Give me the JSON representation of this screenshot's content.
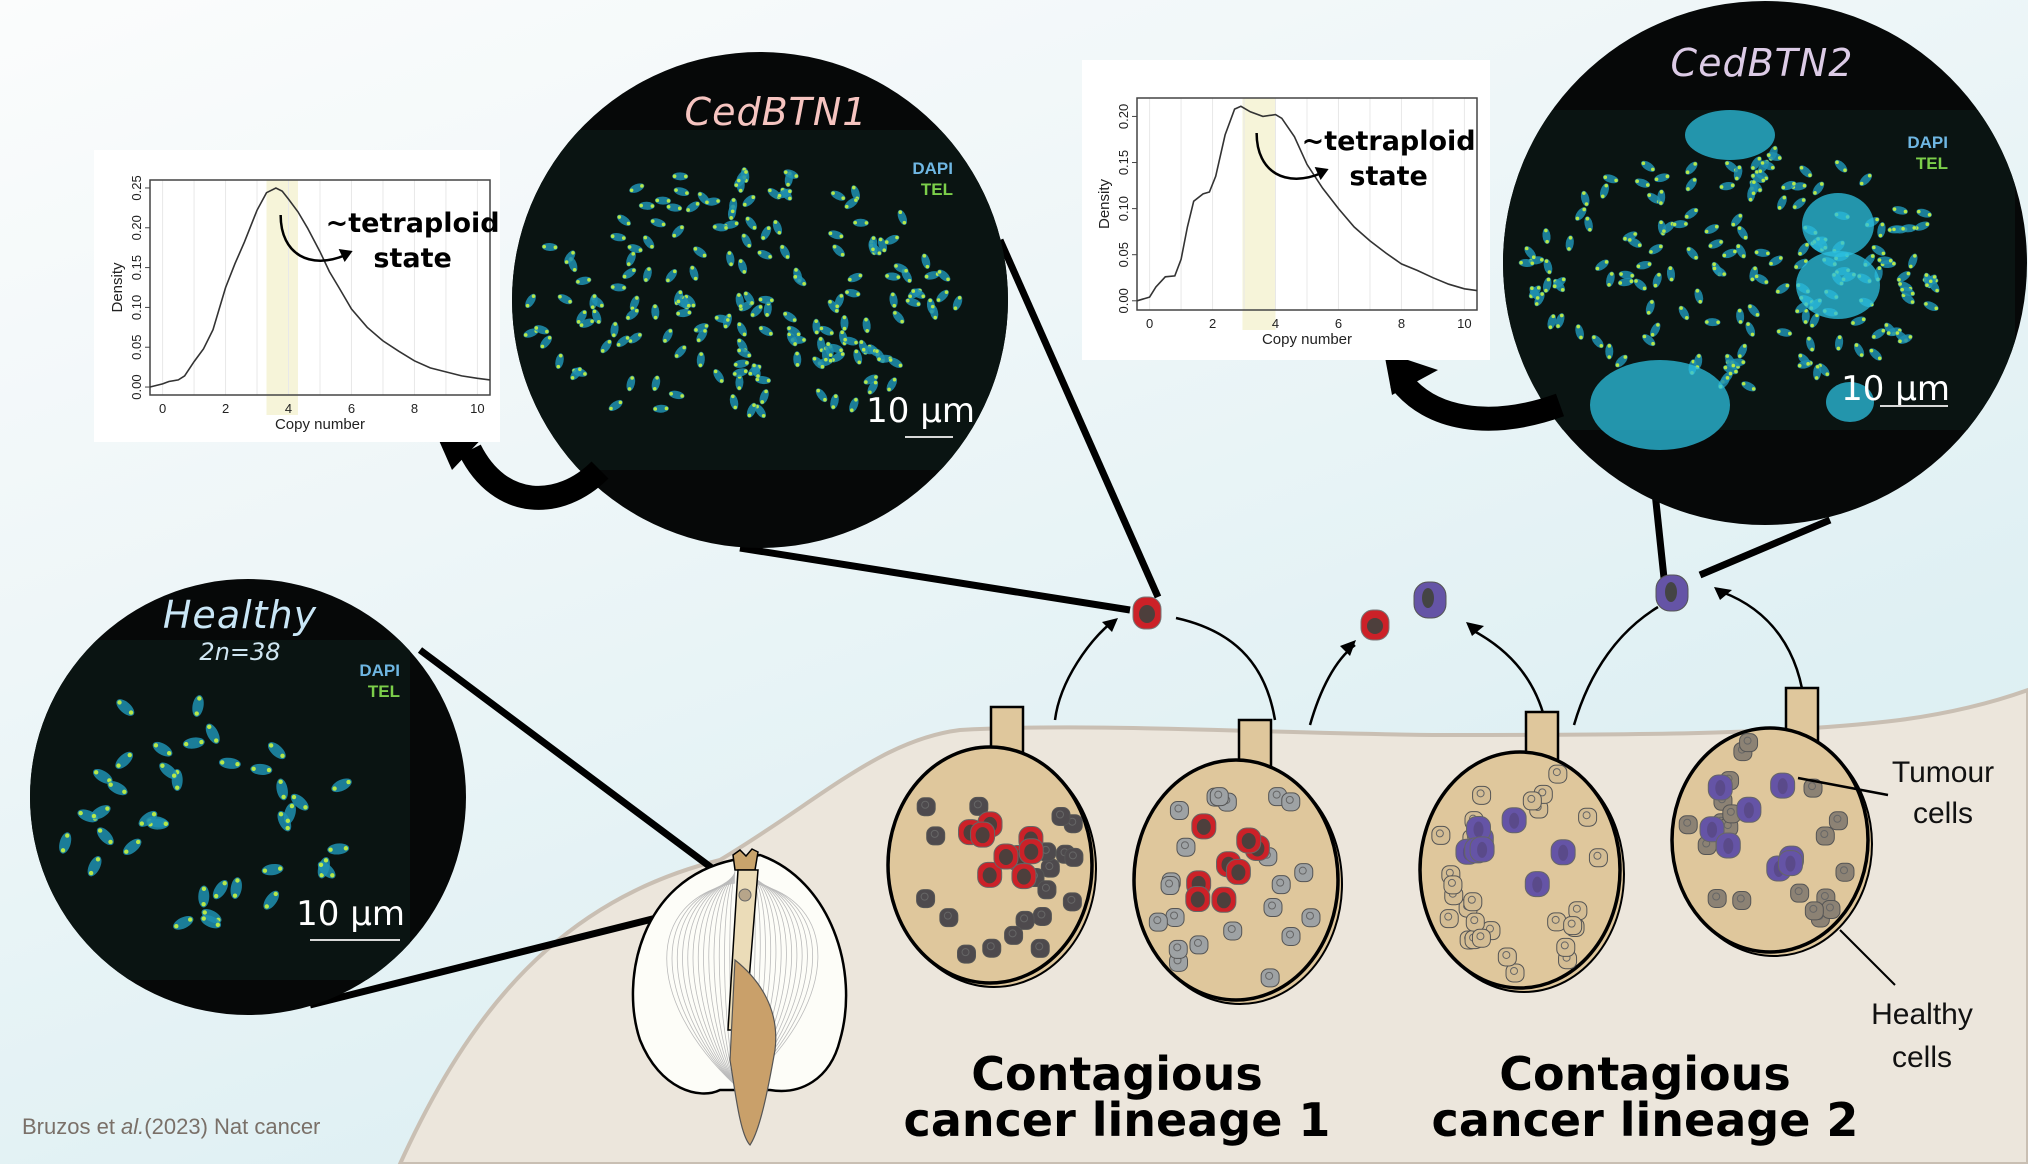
{
  "figure": {
    "citation": {
      "authors": "Bruzos et ",
      "etal": "al.",
      "rest": "(2023) Nat cancer"
    },
    "colors": {
      "background_water": "#e0f1f4",
      "seafloor": "#ece6dc",
      "seafloor_edge": "#c9bfb3",
      "gonad_fill": "#dfc79c",
      "tumour1_red": "#cc2128",
      "tumour1_nucleus": "#4d3f3c",
      "tumour2_purple": "#6554a6",
      "healthy_dark": "#4e4a4d",
      "healthy_grey": "#9ea2a4",
      "healthy_beige": "#d4bd94",
      "healthy_brown": "#8c8274",
      "highlight_band": "#f6f4d9",
      "dapi": "#6fb7e3",
      "tel": "#7ccf4a",
      "cedbtn1_title": "#f6c4c0",
      "cedbtn2_title": "#dccbe6",
      "healthy_title": "#c9e6f6"
    }
  },
  "scopes": {
    "healthy": {
      "title": "Healthy",
      "subtitle": "2n=38",
      "stain1": "DAPI",
      "stain2": "TEL",
      "scale": "10 µm"
    },
    "cedbtn1": {
      "title": "CedBTN1",
      "stain1": "DAPI",
      "stain2": "TEL",
      "scale": "10 µm"
    },
    "cedbtn2": {
      "title": "CedBTN2",
      "stain1": "DAPI",
      "stain2": "TEL",
      "scale": "10 µm"
    }
  },
  "labels": {
    "lineage1_line1": "Contagious",
    "lineage1_line2": "cancer lineage 1",
    "lineage2_line1": "Contagious",
    "lineage2_line2": "cancer lineage 2",
    "tumour_cells_1": "Tumour",
    "tumour_cells_2": "cells",
    "healthy_cells_1": "Healthy",
    "healthy_cells_2": "cells"
  },
  "chart_data": [
    {
      "type": "line",
      "id": "cedbtn1-density",
      "title": "",
      "xlabel": "Copy number",
      "ylabel": "Density",
      "xlim": [
        -0.4,
        10.4
      ],
      "ylim": [
        -0.01,
        0.26
      ],
      "xticks": [
        0,
        2,
        4,
        6,
        8,
        10
      ],
      "yticks": [
        0.0,
        0.05,
        0.1,
        0.15,
        0.2,
        0.25
      ],
      "ytick_labels": [
        "0.00",
        "0.05",
        "0.10",
        "0.15",
        "0.20",
        "0.25"
      ],
      "grid": true,
      "highlight_band": [
        3.3,
        4.3
      ],
      "annotation": {
        "line1": "~tetraploid",
        "line2": "state"
      },
      "x": [
        -0.4,
        0.0,
        0.2,
        0.5,
        0.7,
        1.0,
        1.3,
        1.6,
        2.0,
        2.3,
        2.6,
        3.0,
        3.3,
        3.6,
        3.8,
        4.0,
        4.3,
        4.6,
        5.0,
        5.3,
        5.6,
        6.0,
        6.5,
        7.0,
        7.5,
        8.0,
        8.5,
        9.0,
        9.5,
        10.0,
        10.4
      ],
      "y": [
        0.0,
        0.004,
        0.007,
        0.009,
        0.014,
        0.032,
        0.048,
        0.072,
        0.125,
        0.155,
        0.182,
        0.222,
        0.244,
        0.25,
        0.246,
        0.236,
        0.22,
        0.2,
        0.17,
        0.145,
        0.125,
        0.098,
        0.075,
        0.058,
        0.045,
        0.033,
        0.024,
        0.019,
        0.014,
        0.011,
        0.009
      ]
    },
    {
      "type": "line",
      "id": "cedbtn2-density",
      "title": "",
      "xlabel": "Copy number",
      "ylabel": "Density",
      "xlim": [
        -0.4,
        10.4
      ],
      "ylim": [
        -0.01,
        0.22
      ],
      "xticks": [
        0,
        2,
        4,
        6,
        8,
        10
      ],
      "yticks": [
        0.0,
        0.05,
        0.1,
        0.15,
        0.2
      ],
      "ytick_labels": [
        "0.00",
        "0.05",
        "0.10",
        "0.15",
        "0.20"
      ],
      "grid": true,
      "highlight_band": [
        2.95,
        4.0
      ],
      "annotation": {
        "line1": "~tetraploid",
        "line2": "state"
      },
      "x": [
        -0.4,
        0.0,
        0.2,
        0.5,
        0.8,
        1.0,
        1.2,
        1.4,
        1.7,
        1.9,
        2.1,
        2.4,
        2.7,
        2.9,
        3.2,
        3.6,
        4.0,
        4.2,
        4.6,
        5.0,
        5.5,
        6.0,
        6.5,
        7.0,
        7.5,
        8.0,
        8.5,
        9.0,
        9.5,
        10.0,
        10.4
      ],
      "y": [
        0.0,
        0.004,
        0.015,
        0.026,
        0.027,
        0.045,
        0.08,
        0.108,
        0.116,
        0.118,
        0.135,
        0.18,
        0.208,
        0.211,
        0.205,
        0.2,
        0.202,
        0.198,
        0.178,
        0.148,
        0.122,
        0.1,
        0.08,
        0.065,
        0.052,
        0.04,
        0.033,
        0.025,
        0.018,
        0.013,
        0.011
      ]
    }
  ]
}
